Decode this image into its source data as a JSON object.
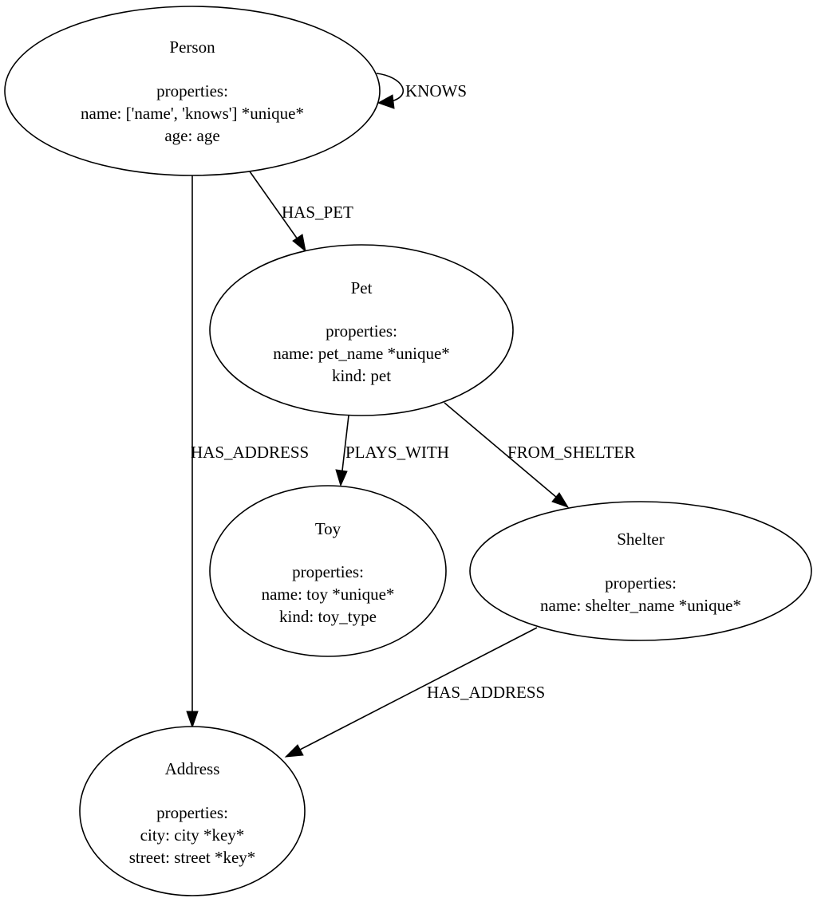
{
  "nodes": {
    "person": {
      "title": "Person",
      "props_header": "properties:",
      "props": [
        "name: ['name', 'knows'] *unique*",
        "age: age"
      ]
    },
    "pet": {
      "title": "Pet",
      "props_header": "properties:",
      "props": [
        "name: pet_name *unique*",
        "kind: pet"
      ]
    },
    "toy": {
      "title": "Toy",
      "props_header": "properties:",
      "props": [
        "name: toy *unique*",
        "kind: toy_type"
      ]
    },
    "shelter": {
      "title": "Shelter",
      "props_header": "properties:",
      "props": [
        "name: shelter_name *unique*"
      ]
    },
    "address": {
      "title": "Address",
      "props_header": "properties:",
      "props": [
        "city: city *key*",
        "street: street *key*"
      ]
    }
  },
  "edges": {
    "knows": {
      "label": "KNOWS",
      "from": "Person",
      "to": "Person"
    },
    "has_pet": {
      "label": "HAS_PET",
      "from": "Person",
      "to": "Pet"
    },
    "person_has_address": {
      "label": "HAS_ADDRESS",
      "from": "Person",
      "to": "Address"
    },
    "plays_with": {
      "label": "PLAYS_WITH",
      "from": "Pet",
      "to": "Toy"
    },
    "from_shelter": {
      "label": "FROM_SHELTER",
      "from": "Pet",
      "to": "Shelter"
    },
    "shelter_has_address": {
      "label": "HAS_ADDRESS",
      "from": "Shelter",
      "to": "Address"
    }
  }
}
